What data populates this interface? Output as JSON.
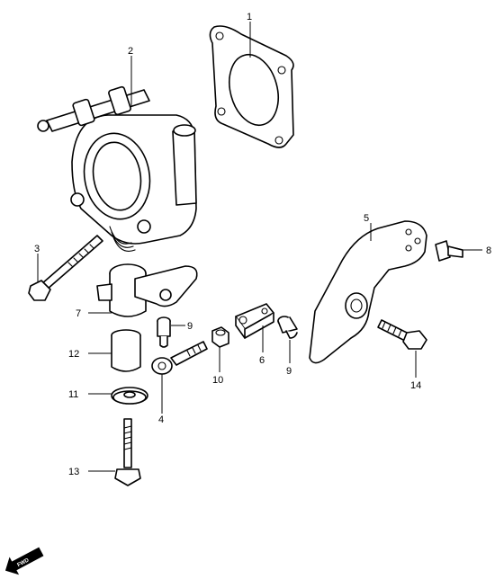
{
  "callouts": {
    "c1": "1",
    "c2": "2",
    "c3": "3",
    "c4": "4",
    "c5": "5",
    "c6": "6",
    "c7": "7",
    "c8": "8",
    "c9a": "9",
    "c9b": "9",
    "c10": "10",
    "c11": "11",
    "c12": "12",
    "c13": "13",
    "c14": "14"
  },
  "fwd_badge": {
    "text": "FWD"
  },
  "colors": {
    "line": "#000000",
    "background": "#ffffff"
  }
}
